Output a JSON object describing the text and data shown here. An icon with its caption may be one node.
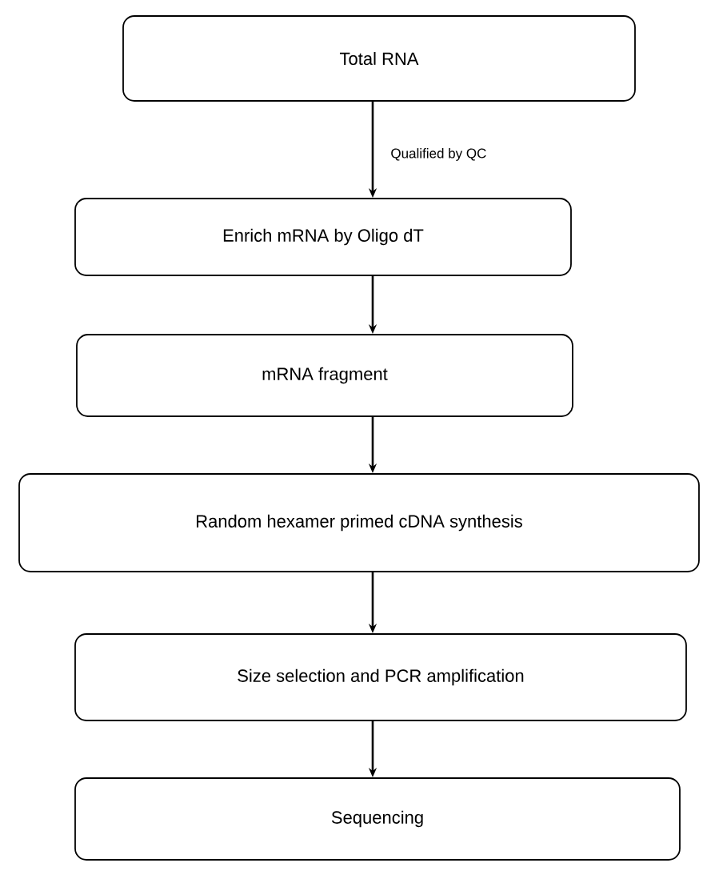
{
  "diagram": {
    "nodes": [
      {
        "text": [
          "Total RNA"
        ]
      },
      {
        "text": [
          "Enrich mRNA by Oligo dT"
        ]
      },
      {
        "text": [
          "mRNA fragment"
        ]
      },
      {
        "text": [
          "Random hexamer primed cDNA synthesis"
        ]
      },
      {
        "text": [
          "Size selection and PCR amplification"
        ]
      },
      {
        "text": [
          "Sequencing"
        ]
      }
    ],
    "edges": [
      {
        "from": 0,
        "to": 1,
        "arrow": "to",
        "label": "Qualified by QC"
      },
      {
        "from": 1,
        "to": 2,
        "arrow": "to"
      },
      {
        "from": 2,
        "to": 3,
        "arrow": "to"
      },
      {
        "from": 3,
        "to": 4,
        "arrow": "to"
      },
      {
        "from": 4,
        "to": 5,
        "arrow": "to"
      }
    ]
  }
}
